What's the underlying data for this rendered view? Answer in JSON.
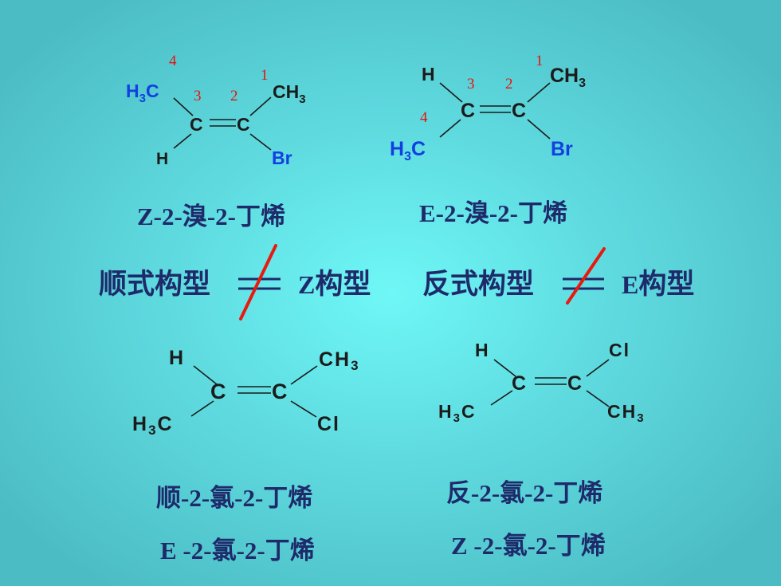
{
  "molecules": {
    "z_bromo": {
      "left_top": "H",
      "left_top_sub": "3",
      "left_top_tail": "C",
      "right_top": "CH",
      "right_top_sub": "3",
      "left_bottom": "H",
      "right_bottom": "Br",
      "c_left": "C",
      "c_right": "C",
      "num_4": "4",
      "num_3": "3",
      "num_2": "2",
      "num_1": "1",
      "name": "Z-2-溴-2-丁烯"
    },
    "e_bromo": {
      "left_top": "H",
      "right_top": "CH",
      "right_top_sub": "3",
      "left_bottom": "H",
      "left_bottom_sub": "3",
      "left_bottom_tail": "C",
      "right_bottom": "Br",
      "c_left": "C",
      "c_right": "C",
      "num_1": "1",
      "num_3": "3",
      "num_2": "2",
      "num_4": "4",
      "name": "E-2-溴-2-丁烯"
    },
    "cis_chloro": {
      "left_top": "H",
      "right_top": "CH",
      "right_top_sub": "3",
      "left_bottom": "H",
      "left_bottom_sub": "3",
      "left_bottom_tail": "C",
      "right_bottom": "Cl",
      "c_left": "C",
      "c_right": "C",
      "name_1": "顺-2-氯-2-丁烯",
      "name_2": "E -2-氯-2-丁烯"
    },
    "trans_chloro": {
      "left_top": "H",
      "right_top": "Cl",
      "left_bottom": "H",
      "left_bottom_sub": "3",
      "left_bottom_tail": "C",
      "right_bottom": "CH",
      "right_bottom_sub": "3",
      "c_left": "C",
      "c_right": "C",
      "name_1": "反-2-氯-2-丁烯",
      "name_2": "Z -2-氯-2-丁烯"
    }
  },
  "statements": {
    "left_a": "顺式构型",
    "left_b": "Z",
    "left_c": "构型",
    "right_a": "反式构型",
    "right_b": "E",
    "right_c": "构型"
  },
  "colors": {
    "label_navy": "#1e2a6a",
    "atom_blue": "#1240e0",
    "number_red": "#e8120c",
    "slash_red": "#e81a10"
  }
}
